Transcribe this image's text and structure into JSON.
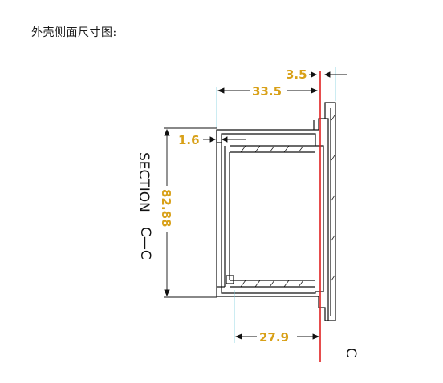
{
  "heading": "外壳侧面尺寸图:",
  "dimensions": {
    "top_offset": "3.5",
    "overall_depth": "33.5",
    "wall_thickness": "1.6",
    "height": "82.88",
    "inner_depth": "27.9"
  },
  "section_title": "SECTION",
  "section_id": "C—C",
  "section_marker": "C",
  "colors": {
    "dimension_text": "#d8a017",
    "cut_line": "#e02020",
    "outline": "#111111",
    "extension_line": "#7fd0e0"
  }
}
